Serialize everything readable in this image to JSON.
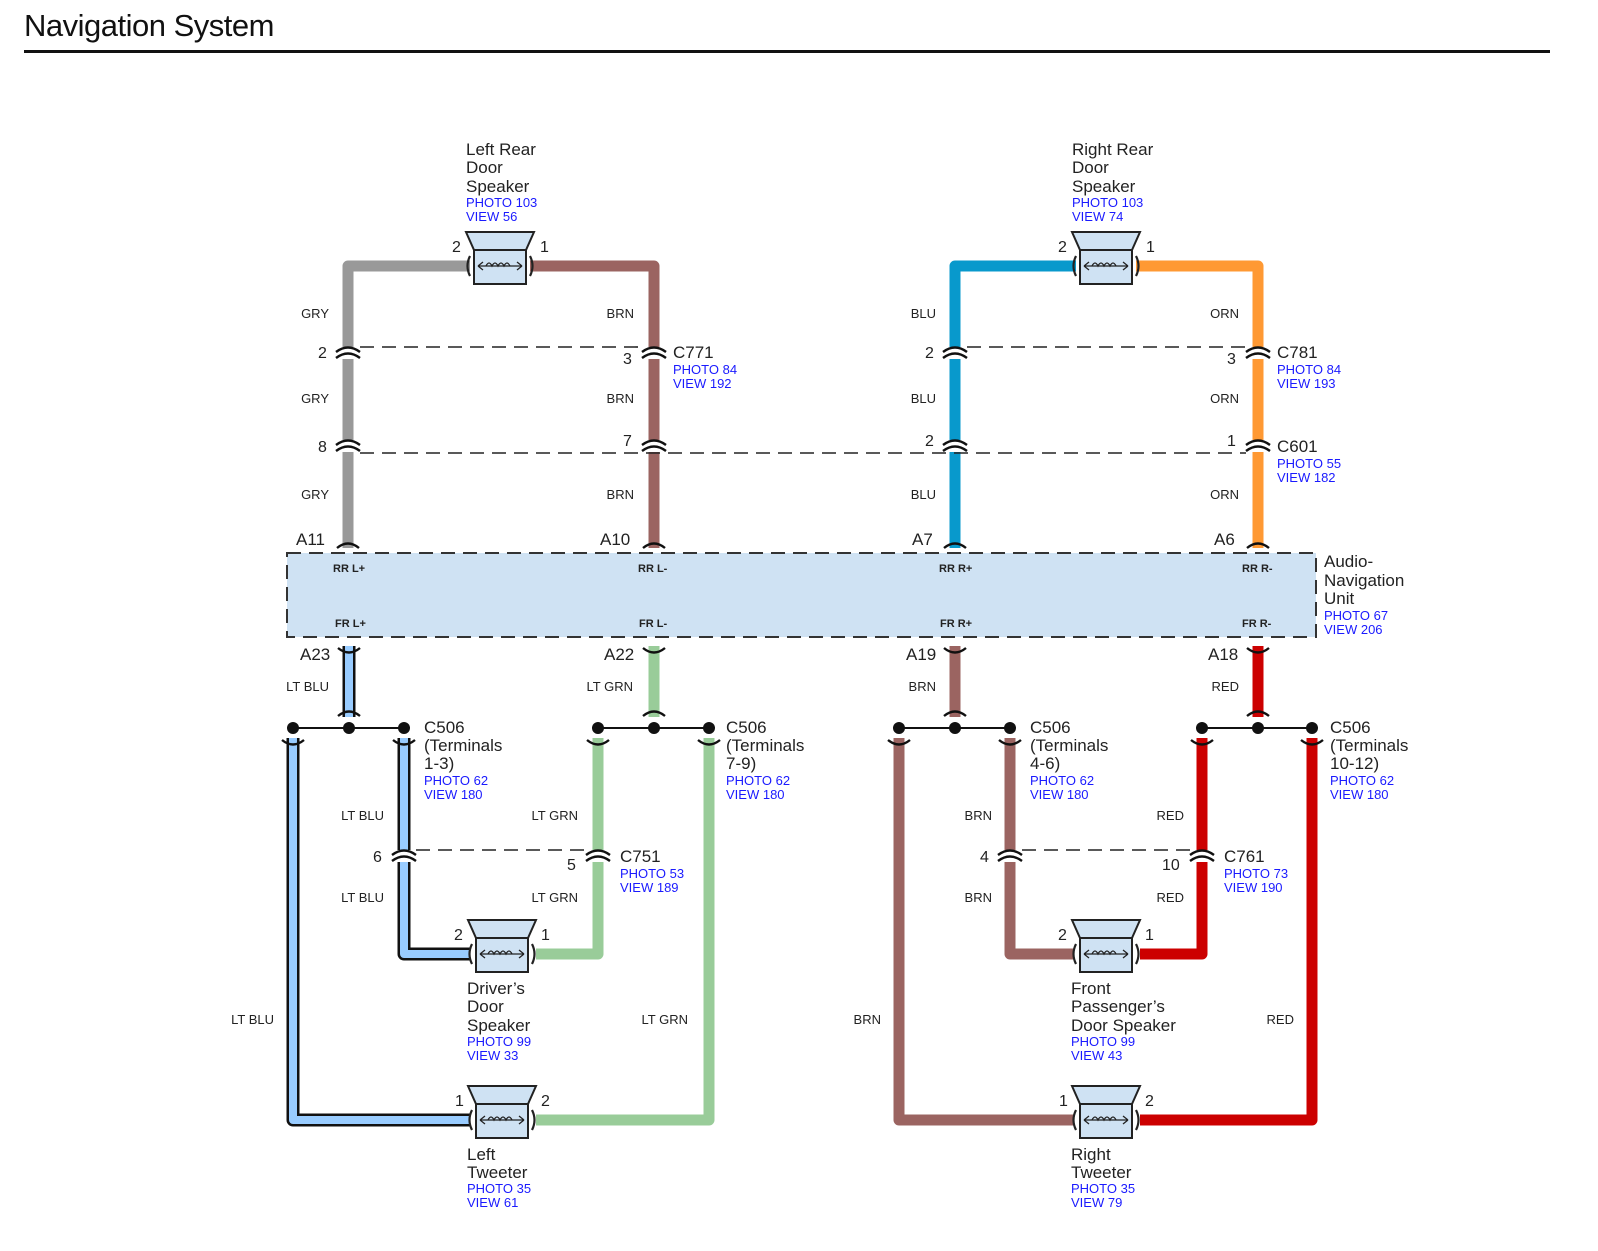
{
  "title": "Navigation System",
  "colors": {
    "GRY": "#999999",
    "BRN": "#9b6461",
    "BLU": "#0899cc",
    "ORN": "#ff9933",
    "LT BLU": "#99ccff",
    "LT GRN": "#99cc99",
    "RED": "#cc0000",
    "component_fill": "#cfe2f3",
    "reference_text": "#1a1aff"
  },
  "unit": {
    "name_lines": [
      "Audio-",
      "Navigation",
      "Unit"
    ],
    "photo": "PHOTO 67",
    "view": "VIEW 206",
    "top_pins": [
      {
        "pin": "A11",
        "signal": "RR L+"
      },
      {
        "pin": "A10",
        "signal": "RR L-"
      },
      {
        "pin": "A7",
        "signal": "RR R+"
      },
      {
        "pin": "A6",
        "signal": "RR R-"
      }
    ],
    "bottom_pins": [
      {
        "pin": "A23",
        "signal": "FR L+"
      },
      {
        "pin": "A22",
        "signal": "FR L-"
      },
      {
        "pin": "A19",
        "signal": "FR R+"
      },
      {
        "pin": "A18",
        "signal": "FR R-"
      }
    ]
  },
  "speakers": {
    "left_rear": {
      "name_lines": [
        "Left Rear",
        "Door",
        "Speaker"
      ],
      "photo": "PHOTO 103",
      "view": "VIEW 56",
      "pin_left": "2",
      "pin_right": "1"
    },
    "right_rear": {
      "name_lines": [
        "Right Rear",
        "Door",
        "Speaker"
      ],
      "photo": "PHOTO 103",
      "view": "VIEW 74",
      "pin_left": "2",
      "pin_right": "1"
    },
    "driver": {
      "name_lines": [
        "Driver’s",
        "Door",
        "Speaker"
      ],
      "photo": "PHOTO 99",
      "view": "VIEW 33",
      "pin_left": "2",
      "pin_right": "1"
    },
    "front_passenger": {
      "name_lines": [
        "Front",
        "Passenger’s",
        "Door Speaker"
      ],
      "photo": "PHOTO 99",
      "view": "VIEW 43",
      "pin_left": "2",
      "pin_right": "1"
    },
    "left_tweeter": {
      "name_lines": [
        "Left",
        "Tweeter"
      ],
      "photo": "PHOTO 35",
      "view": "VIEW 61",
      "pin_left": "1",
      "pin_right": "2"
    },
    "right_tweeter": {
      "name_lines": [
        "Right",
        "Tweeter"
      ],
      "photo": "PHOTO 35",
      "view": "VIEW 79",
      "pin_left": "1",
      "pin_right": "2"
    }
  },
  "connectors": {
    "C771": {
      "name": "C771",
      "photo": "PHOTO 84",
      "view": "VIEW 192",
      "pins": [
        "2",
        "3"
      ]
    },
    "C781": {
      "name": "C781",
      "photo": "PHOTO 84",
      "view": "VIEW 193",
      "pins": [
        "2",
        "3"
      ]
    },
    "C601": {
      "name": "C601",
      "photo": "PHOTO 55",
      "view": "VIEW 182",
      "pins": [
        "8",
        "7",
        "2",
        "1"
      ]
    },
    "C751": {
      "name": "C751",
      "photo": "PHOTO 53",
      "view": "VIEW 189",
      "pins": [
        "6",
        "5"
      ]
    },
    "C761": {
      "name": "C761",
      "photo": "PHOTO 73",
      "view": "VIEW 190",
      "pins": [
        "4",
        "10"
      ]
    },
    "C506": [
      {
        "name": "C506",
        "terminals_lines": [
          "(Terminals",
          "1-3)"
        ],
        "photo": "PHOTO 62",
        "view": "VIEW 180"
      },
      {
        "name": "C506",
        "terminals_lines": [
          "(Terminals",
          "7-9)"
        ],
        "photo": "PHOTO 62",
        "view": "VIEW 180"
      },
      {
        "name": "C506",
        "terminals_lines": [
          "(Terminals",
          "4-6)"
        ],
        "photo": "PHOTO 62",
        "view": "VIEW 180"
      },
      {
        "name": "C506",
        "terminals_lines": [
          "(Terminals",
          "10-12)"
        ],
        "photo": "PHOTO 62",
        "view": "VIEW 180"
      }
    ]
  },
  "wire_labels": {
    "rear_left_plus": [
      "GRY",
      "GRY",
      "GRY"
    ],
    "rear_left_minus": [
      "BRN",
      "BRN",
      "BRN"
    ],
    "rear_right_plus": [
      "BLU",
      "BLU",
      "BLU"
    ],
    "rear_right_minus": [
      "ORN",
      "ORN",
      "ORN"
    ],
    "front_left_plus": {
      "trunk": "LT BLU",
      "driver": [
        "LT BLU",
        "LT BLU"
      ],
      "tweeter": "LT BLU"
    },
    "front_left_minus": {
      "trunk": "LT GRN",
      "driver": [
        "LT GRN",
        "LT GRN"
      ],
      "tweeter": "LT GRN"
    },
    "front_right_plus": {
      "trunk": "BRN",
      "passenger": [
        "BRN",
        "BRN"
      ],
      "tweeter": "BRN"
    },
    "front_right_minus": {
      "trunk": "RED",
      "passenger": [
        "RED",
        "RED"
      ],
      "tweeter": "RED"
    }
  }
}
